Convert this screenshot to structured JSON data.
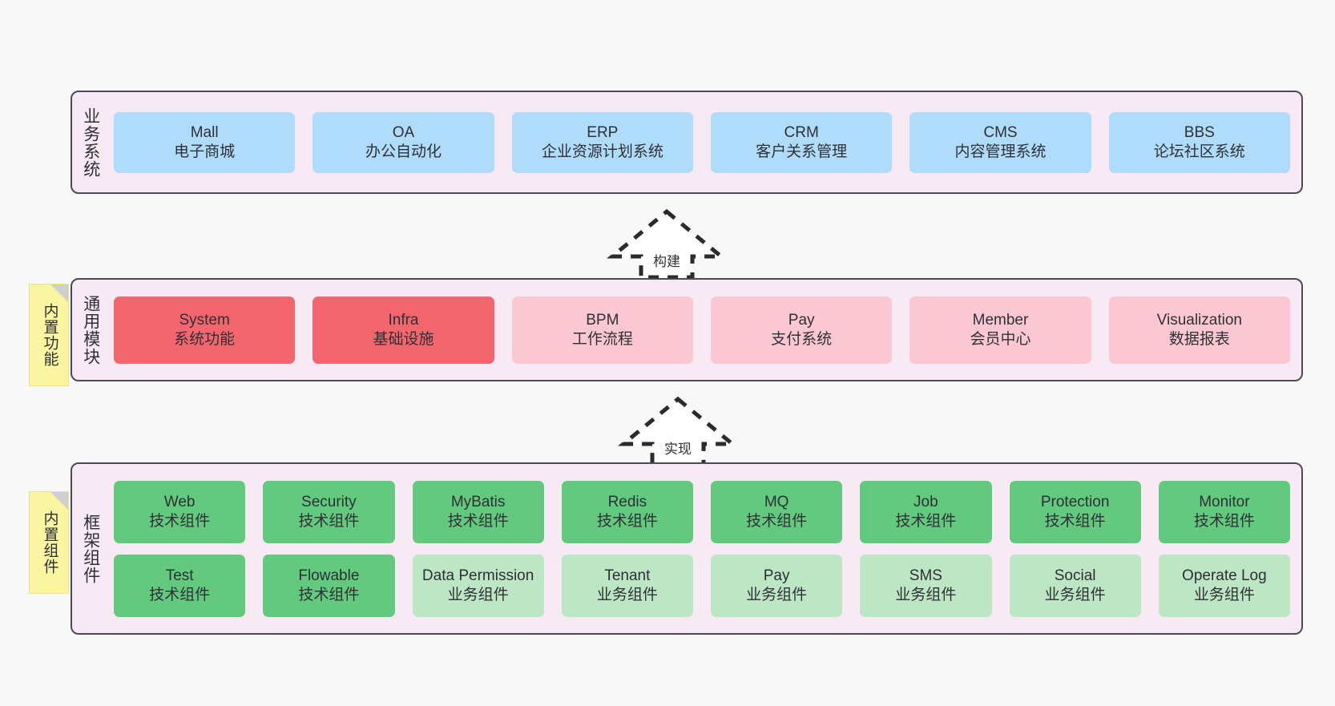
{
  "diagram": {
    "title": "",
    "colors": {
      "panel_bg": "#F7EAF4",
      "panel_border": "#4B4B55",
      "business": "#AFDCFA",
      "module_core": "#F4666E",
      "module_optional": "#FBC7D3",
      "tech_component": "#63C97E",
      "biz_component": "#BCE6C4",
      "note_bg": "#FAF5A0",
      "canvas_bg": "#F8F8F8"
    },
    "layers": [
      {
        "id": "business-systems",
        "title": "业务系统",
        "rows": [
          [
            {
              "name": "Mall",
              "desc": "电子商城",
              "style": "c-blue"
            },
            {
              "name": "OA",
              "desc": "办公自动化",
              "style": "c-blue"
            },
            {
              "name": "ERP",
              "desc": "企业资源计划系统",
              "style": "c-blue"
            },
            {
              "name": "CRM",
              "desc": "客户关系管理",
              "style": "c-blue"
            },
            {
              "name": "CMS",
              "desc": "内容管理系统",
              "style": "c-blue"
            },
            {
              "name": "BBS",
              "desc": "论坛社区系统",
              "style": "c-blue"
            }
          ]
        ]
      },
      {
        "id": "common-modules",
        "title": "通用模块",
        "note": "内置功能",
        "rows": [
          [
            {
              "name": "System",
              "desc": "系统功能",
              "style": "c-red"
            },
            {
              "name": "Infra",
              "desc": "基础设施",
              "style": "c-red"
            },
            {
              "name": "BPM",
              "desc": "工作流程",
              "style": "c-pink"
            },
            {
              "name": "Pay",
              "desc": "支付系统",
              "style": "c-pink"
            },
            {
              "name": "Member",
              "desc": "会员中心",
              "style": "c-pink"
            },
            {
              "name": "Visualization",
              "desc": "数据报表",
              "style": "c-pink"
            }
          ]
        ]
      },
      {
        "id": "framework-components",
        "title": "框架组件",
        "note": "内置组件",
        "rows": [
          [
            {
              "name": "Web",
              "desc": "技术组件",
              "style": "c-green"
            },
            {
              "name": "Security",
              "desc": "技术组件",
              "style": "c-green"
            },
            {
              "name": "MyBatis",
              "desc": "技术组件",
              "style": "c-green"
            },
            {
              "name": "Redis",
              "desc": "技术组件",
              "style": "c-green"
            },
            {
              "name": "MQ",
              "desc": "技术组件",
              "style": "c-green"
            },
            {
              "name": "Job",
              "desc": "技术组件",
              "style": "c-green"
            },
            {
              "name": "Protection",
              "desc": "技术组件",
              "style": "c-green"
            },
            {
              "name": "Monitor",
              "desc": "技术组件",
              "style": "c-green"
            }
          ],
          [
            {
              "name": "Test",
              "desc": "技术组件",
              "style": "c-green"
            },
            {
              "name": "Flowable",
              "desc": "技术组件",
              "style": "c-green"
            },
            {
              "name": "Data Permission",
              "desc": "业务组件",
              "style": "c-greenlite",
              "wrap": true
            },
            {
              "name": "Tenant",
              "desc": "业务组件",
              "style": "c-greenlite"
            },
            {
              "name": "Pay",
              "desc": "业务组件",
              "style": "c-greenlite"
            },
            {
              "name": "SMS",
              "desc": "业务组件",
              "style": "c-greenlite"
            },
            {
              "name": "Social",
              "desc": "业务组件",
              "style": "c-greenlite"
            },
            {
              "name": "Operate Log",
              "desc": "业务组件",
              "style": "c-greenlite"
            }
          ]
        ]
      }
    ],
    "connectors": [
      {
        "id": "build",
        "label": "构建",
        "direction": "up"
      },
      {
        "id": "implement",
        "label": "实现",
        "direction": "up"
      }
    ]
  }
}
